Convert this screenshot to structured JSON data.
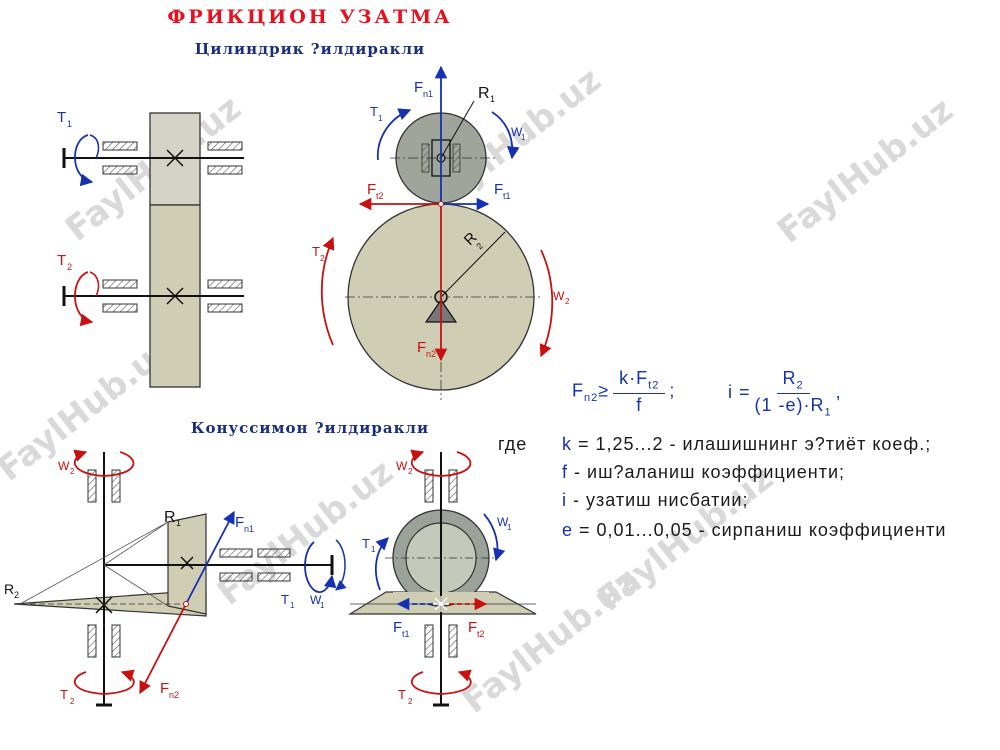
{
  "colors": {
    "title": "#e8101f",
    "subtitle": "#1a2f7a",
    "force_blue": "#1530b0",
    "force_red": "#c81010",
    "gear_fill": "#cfcdb4",
    "small_gear": "#9aa29a",
    "hatch": "#555555"
  },
  "header": {
    "title": "ФРИКЦИОН УЗАТМА",
    "subtitle_cyl": "Цилиндрик ?илдиракли",
    "subtitle_con": "Конуссимон ?илдиракли"
  },
  "watermark": "FaylHub.uz",
  "labels": {
    "T": "T",
    "W": "W",
    "F": "F",
    "R": "R",
    "s1": "1",
    "s2": "2",
    "n1": "n1",
    "n2": "n2",
    "t1": "t1",
    "t2": "t2"
  },
  "formula": {
    "fn2_lhs": "F",
    "fn2_sub": "n2",
    "ge": "≥",
    "num_k": "k·F",
    "num_sub": "t2",
    "den_f": "f",
    "semi": ";",
    "i_lhs": "i =",
    "i_num_R": "R",
    "i_num_sub": "2",
    "i_den": "(1 -e)·R",
    "i_den_sub": "1",
    "comma": ","
  },
  "legend": {
    "where": "где",
    "k_sym": "k",
    "k_text": " = 1,25...2 - илашишнинг э?тиёт коеф.;",
    "f_sym": "f",
    "f_text": " - иш?аланиш коэффициенти;",
    "i_sym": "i",
    "i_text": " - узатиш нисбатии;",
    "e_sym": "e",
    "e_text": " = 0,01...0,05 - сирпаниш коэффициенти"
  }
}
